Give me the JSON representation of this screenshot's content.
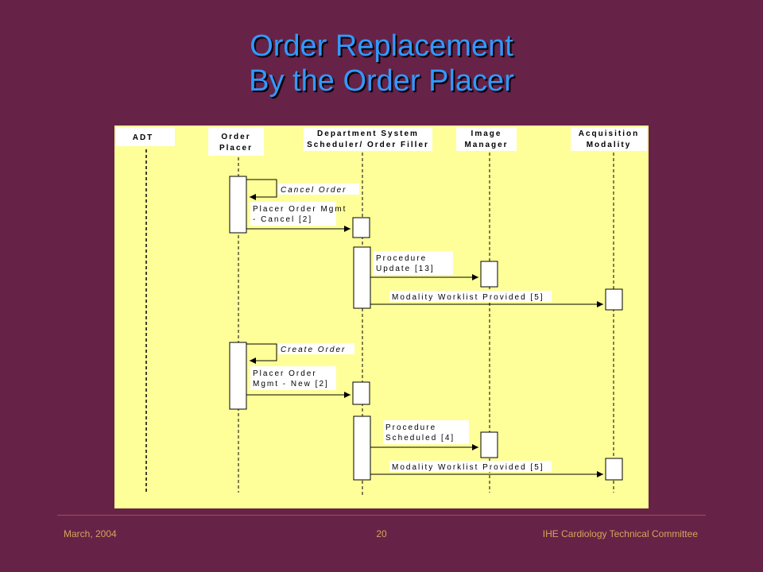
{
  "slide": {
    "title_line1": "Order Replacement",
    "title_line2": "By the Order Placer"
  },
  "diagram": {
    "actors": {
      "adt": "ADT",
      "order_placer_l1": "Order",
      "order_placer_l2": "Placer",
      "dss_l1": "Department System",
      "dss_l2": "Scheduler/ Order Filler",
      "image_manager_l1": "Image",
      "image_manager_l2": "Manager",
      "acq_l1": "Acquisition",
      "acq_l2": "Modality"
    },
    "messages": {
      "cancel_order": "Cancel Order",
      "placer_cancel_l1": "Placer Order Mgmt",
      "placer_cancel_l2": "- Cancel [2]",
      "proc_update_l1": "Procedure",
      "proc_update_l2": "Update [13]",
      "mwl_1": "Modality Worklist Provided [5]",
      "create_order": "Create Order",
      "placer_new_l1": "Placer Order",
      "placer_new_l2": "Mgmt - New [2]",
      "proc_sched_l1": "Procedure",
      "proc_sched_l2": "Scheduled [4]",
      "mwl_2": "Modality Worklist Provided [5]"
    },
    "colors": {
      "background": "#ffff99",
      "label_box": "#ffffff",
      "line": "#000000"
    }
  },
  "footer": {
    "date": "March, 2004",
    "page": "20",
    "committee": "IHE Cardiology Technical Committee"
  },
  "colors": {
    "slide_background": "#662347",
    "title": "#3399ff",
    "footer_text": "#d7a35a"
  }
}
